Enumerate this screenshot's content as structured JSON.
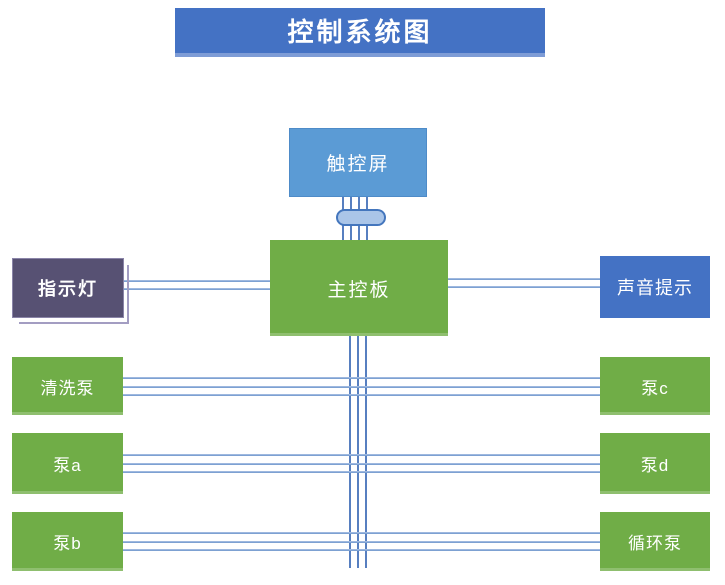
{
  "title": "控制系统图",
  "colors": {
    "title_bg": "#4472c4",
    "touchscreen_bg": "#5b9bd5",
    "board_bg": "#70ad47",
    "pump_bg": "#70ad47",
    "indicator_bg": "#575173",
    "sound_bg": "#4472c4",
    "line_v": "#577fc0",
    "pill_fill": "#aac5e8",
    "pill_border": "#4476bd"
  },
  "nodes": {
    "touchscreen": {
      "label": "触控屏"
    },
    "main_board": {
      "label": "主控板"
    },
    "indicator_light": {
      "label": "指示灯"
    },
    "sound_alert": {
      "label": "声音提示"
    },
    "left_pumps": [
      {
        "label": "清洗泵"
      },
      {
        "label": "泵a"
      },
      {
        "label": "泵b"
      }
    ],
    "right_pumps": [
      {
        "label": "泵c"
      },
      {
        "label": "泵d"
      },
      {
        "label": "循环泵"
      }
    ]
  },
  "edges": [
    {
      "from": "触控屏",
      "to": "主控板",
      "lines": 4,
      "via": "pill-connector"
    },
    {
      "from": "指示灯",
      "to": "主控板",
      "lines": 2
    },
    {
      "from": "主控板",
      "to": "声音提示",
      "lines": 2
    },
    {
      "from": "主控板",
      "to": "bottom-bus",
      "lines": 3
    },
    {
      "from": "清洗泵",
      "to": "泵c",
      "lines": 3
    },
    {
      "from": "泵a",
      "to": "泵d",
      "lines": 3
    },
    {
      "from": "泵b",
      "to": "循环泵",
      "lines": 3
    }
  ]
}
